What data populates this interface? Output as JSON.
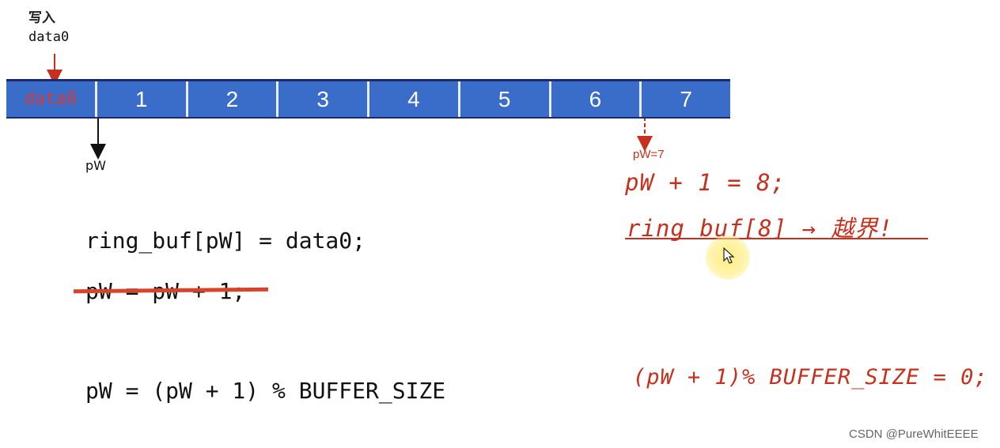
{
  "top_label": {
    "write": "写入",
    "data": "data0"
  },
  "buffer": {
    "cells": [
      "data0",
      "1",
      "2",
      "3",
      "4",
      "5",
      "6",
      "7"
    ]
  },
  "pointers": {
    "pw": "pW",
    "pw7": "pW=7"
  },
  "notes": {
    "overflow_calc": "pW + 1 = 8;",
    "overflow_result": "ring buf[8] → 越界!",
    "modulo_result": "(pW + 1)% BUFFER_SIZE = 0;"
  },
  "code": {
    "line1": "ring_buf[pW] = data0;",
    "line2_struck": "pW = pW + 1;",
    "line3": "pW = (pW + 1) % BUFFER_SIZE"
  },
  "watermark": "CSDN @PureWhitEEEE",
  "colors": {
    "cell_blue": "#3a6cc9",
    "annotation_red": "#c8301e",
    "strike_red": "#d8442a"
  }
}
